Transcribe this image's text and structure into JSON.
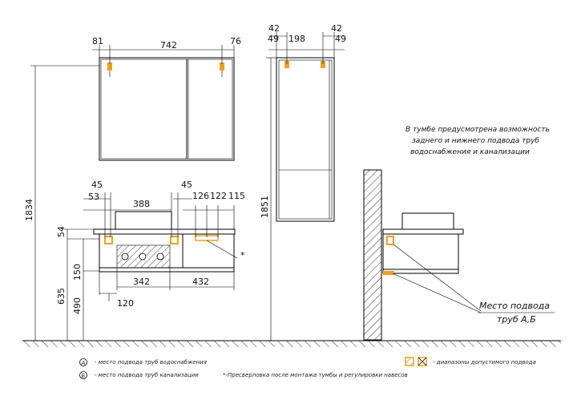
{
  "dimensions": {
    "mirror_left": "81",
    "mirror_width": "742",
    "mirror_right": "76",
    "side_42_left": "42",
    "side_49_left": "49",
    "side_198": "198",
    "side_42_right": "42",
    "side_49_right": "49",
    "cab_45_left": "45",
    "cab_53": "53",
    "cab_388": "388",
    "cab_45_right": "45",
    "cab_126": "126",
    "cab_122": "122",
    "cab_115": "115",
    "h_1834": "1834",
    "h_54": "54",
    "h_150": "150",
    "h_635": "635",
    "h_490": "490",
    "h_1851": "1851",
    "w_342": "342",
    "w_432": "432",
    "w_120": "120",
    "asterisk": "*"
  },
  "notes": {
    "line1": "В тумбе предусмотрена возможность",
    "line2": "заднего и нижнего подвода труб",
    "line3": "водоснабжения и канализации"
  },
  "callout": {
    "line1": "Место подвода",
    "line2": "труб А,Б"
  },
  "legend": {
    "a_symbol": "А",
    "a_text": "- место подвода труб водоснабжения",
    "b_symbol": "Б",
    "b_text": "- место подвода труб канализации",
    "asterisk_text": "*-Пресверловка после монтажа тумбы и регулировки навесов",
    "range_text": "- диапазоны допустимого подвода"
  },
  "colors": {
    "pipe_marker": "#f0a020",
    "hatch": "#444444"
  }
}
